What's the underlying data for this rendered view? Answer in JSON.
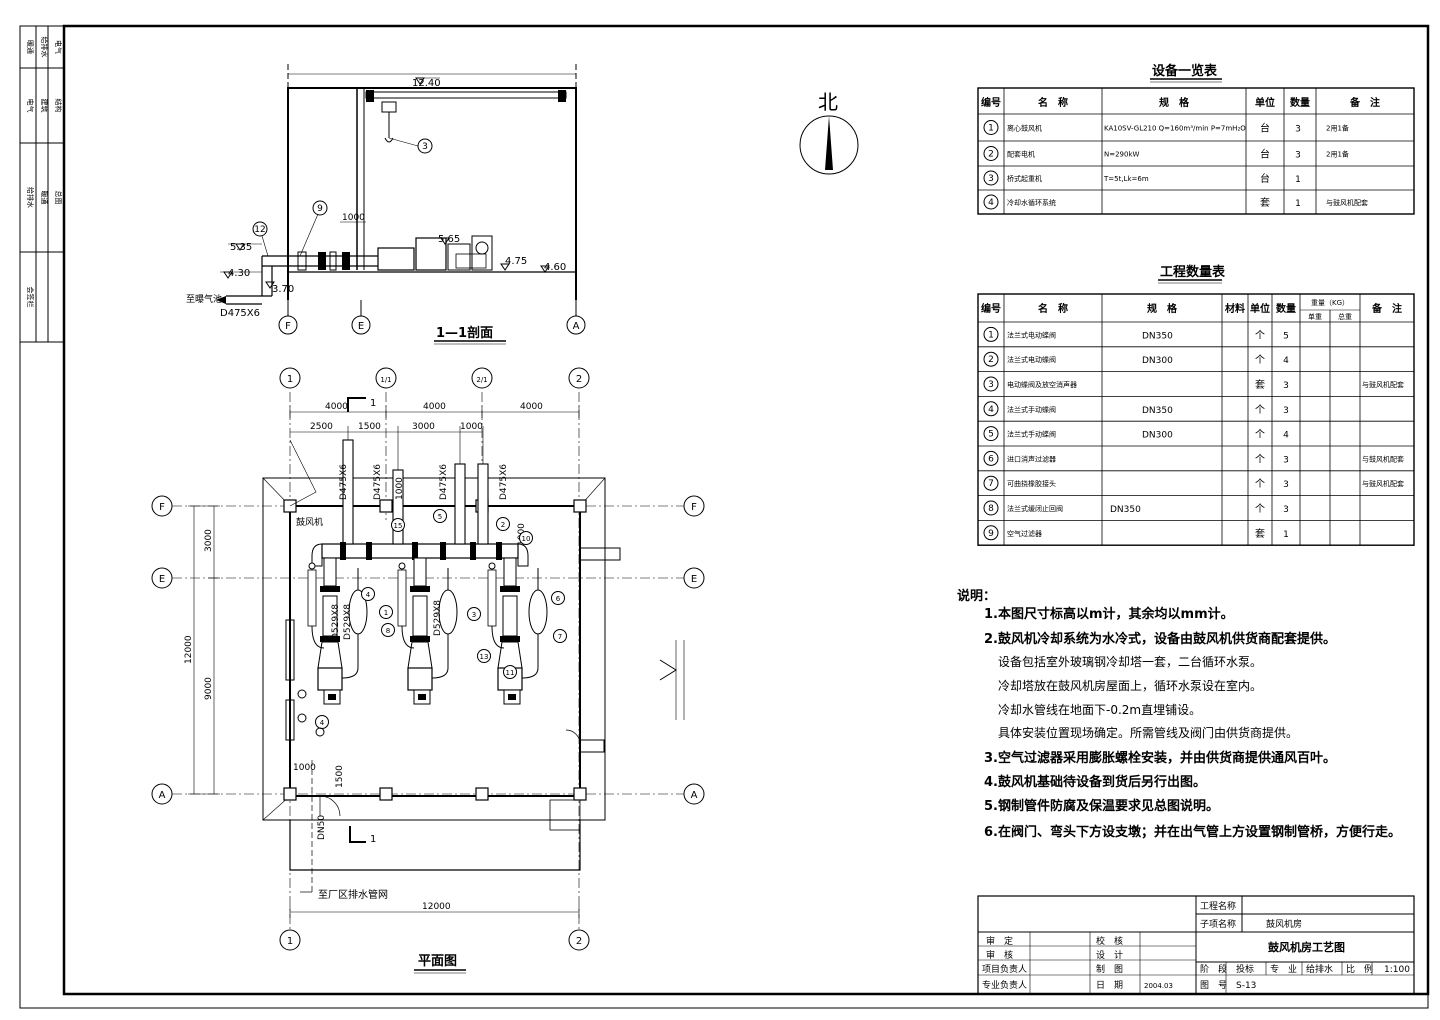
{
  "left_strip": {
    "groups": [
      {
        "lines": [
          "暖通",
          "给排水",
          "电气"
        ]
      },
      {
        "lines": [
          "电气",
          "建筑",
          "结构"
        ]
      },
      {
        "lines": [
          "给排水",
          "暖通",
          "总图"
        ]
      },
      {
        "lines": [
          "会签栏"
        ]
      }
    ]
  },
  "section": {
    "title": "1—1剖面",
    "elev_top": "12.40",
    "elev_a": "5.35",
    "elev_b": "4.30",
    "elev_c": "5.65",
    "elev_d": "4.75",
    "elev_e": "4.60",
    "elev_f": "3.70",
    "dim_1000": "1000",
    "pipe_note": "至曝气池",
    "pipe_dia": "D475X6",
    "axes": [
      "F",
      "E",
      "A"
    ],
    "balloons": [
      "3",
      "9",
      "12"
    ]
  },
  "plan": {
    "title": "平面图",
    "axes_v": [
      "1",
      "1/1",
      "2/1",
      "2"
    ],
    "axes_h": [
      "F",
      "E",
      "A"
    ],
    "dims_top": [
      "4000",
      "4000",
      "4000"
    ],
    "dims_sub": [
      "2500",
      "1500",
      "3000",
      "1000"
    ],
    "dims_left": [
      "3000",
      "9000",
      "12000"
    ],
    "dim_bottom": "12000",
    "dims_misc": [
      "1000",
      "1500",
      "1000"
    ],
    "pipe_labels": [
      "D475X6",
      "D475X6",
      "D475X6",
      "D475X6"
    ],
    "reducer_labels": [
      "D529X8",
      "D529X8",
      "D529X8"
    ],
    "room_label": "鼓风机",
    "drain_label": "DN50",
    "drain_note": "至厂区排水管网",
    "section_mark": "1",
    "balloons": [
      "15",
      "5",
      "2",
      "10",
      "4",
      "1",
      "8",
      "3",
      "6",
      "7",
      "13",
      "11",
      "4"
    ]
  },
  "north": {
    "label": "北"
  },
  "equipment_table": {
    "title": "设备一览表",
    "headers": [
      "编号",
      "名　称",
      "规　格",
      "单位",
      "数量",
      "备　注"
    ],
    "rows": [
      {
        "no": "1",
        "name": "离心鼓风机",
        "spec": "KA10SV-GL210 Q=160m³/min P=7mH₂O",
        "unit": "台",
        "qty": "3",
        "remark": "2用1备"
      },
      {
        "no": "2",
        "name": "配套电机",
        "spec": "N=290kW",
        "unit": "台",
        "qty": "3",
        "remark": "2用1备"
      },
      {
        "no": "3",
        "name": "桥式起重机",
        "spec": "T=5t,Lk=6m",
        "unit": "台",
        "qty": "1",
        "remark": ""
      },
      {
        "no": "4",
        "name": "冷却水循环系统",
        "spec": "",
        "unit": "套",
        "qty": "1",
        "remark": "与鼓风机配套"
      }
    ]
  },
  "quantity_table": {
    "title": "工程数量表",
    "headers": [
      "编号",
      "名　称",
      "规　格",
      "材料",
      "单位",
      "数量",
      "重量（KG）",
      "备　注"
    ],
    "weight_sub": [
      "单重",
      "总重"
    ],
    "rows": [
      {
        "no": "1",
        "name": "法兰式电动蝶阀",
        "spec": "DN350",
        "unit": "个",
        "qty": "5",
        "remark": ""
      },
      {
        "no": "2",
        "name": "法兰式电动蝶阀",
        "spec": "DN300",
        "unit": "个",
        "qty": "4",
        "remark": ""
      },
      {
        "no": "3",
        "name": "电动蝶阀及放空消声器",
        "spec": "",
        "unit": "套",
        "qty": "3",
        "remark": "与鼓风机配套"
      },
      {
        "no": "4",
        "name": "法兰式手动蝶阀",
        "spec": "DN350",
        "unit": "个",
        "qty": "3",
        "remark": ""
      },
      {
        "no": "5",
        "name": "法兰式手动蝶阀",
        "spec": "DN300",
        "unit": "个",
        "qty": "4",
        "remark": ""
      },
      {
        "no": "6",
        "name": "进口消声过滤器",
        "spec": "",
        "unit": "个",
        "qty": "3",
        "remark": "与鼓风机配套"
      },
      {
        "no": "7",
        "name": "可曲挠橡胶接头",
        "spec": "",
        "unit": "个",
        "qty": "3",
        "remark": "与鼓风机配套"
      },
      {
        "no": "8",
        "name": "法兰式缓闭止回阀",
        "spec": "DN350",
        "unit": "个",
        "qty": "3",
        "remark": ""
      },
      {
        "no": "9",
        "name": "空气过滤器",
        "spec": "",
        "unit": "套",
        "qty": "1",
        "remark": ""
      }
    ]
  },
  "notes": {
    "title": "说明：",
    "items": [
      "1.本图尺寸标高以m计，其余均以mm计。",
      "2.鼓风机冷却系统为水冷式，设备由鼓风机供货商配套提供。",
      "设备包括室外玻璃钢冷却塔一套，二台循环水泵。",
      "冷却塔放在鼓风机房屋面上，循环水泵设在室内。",
      "冷却水管线在地面下-0.2m直埋铺设。",
      "具体安装位置现场确定。所需管线及阀门由供货商提供。",
      "3.空气过滤器采用膨胀螺栓安装，并由供货商提供通风百叶。",
      "4.鼓风机基础待设备到货后另行出图。",
      "5.钢制管件防腐及保温要求见总图说明。",
      "6.在阀门、弯头下方设支墩；并在出气管上方设置钢制管桥，方便行走。"
    ]
  },
  "title_block": {
    "project_label": "工程名称",
    "project_value": "",
    "subitem_label": "子项名称",
    "subitem_value": "鼓风机房",
    "drawing_title": "鼓风机房工艺图",
    "roles": [
      "审　定",
      "审　核",
      "项目负责人",
      "专业负责人"
    ],
    "roles2": [
      "校　核",
      "设　计",
      "制　图",
      "日　期"
    ],
    "date": "2004.03",
    "stage_label": "阶　段",
    "stage": "投标",
    "major_label": "专　业",
    "major": "给排水",
    "scale_label": "比　例",
    "scale": "1:100",
    "drawing_no_label": "图　号",
    "drawing_no": "S-13"
  }
}
